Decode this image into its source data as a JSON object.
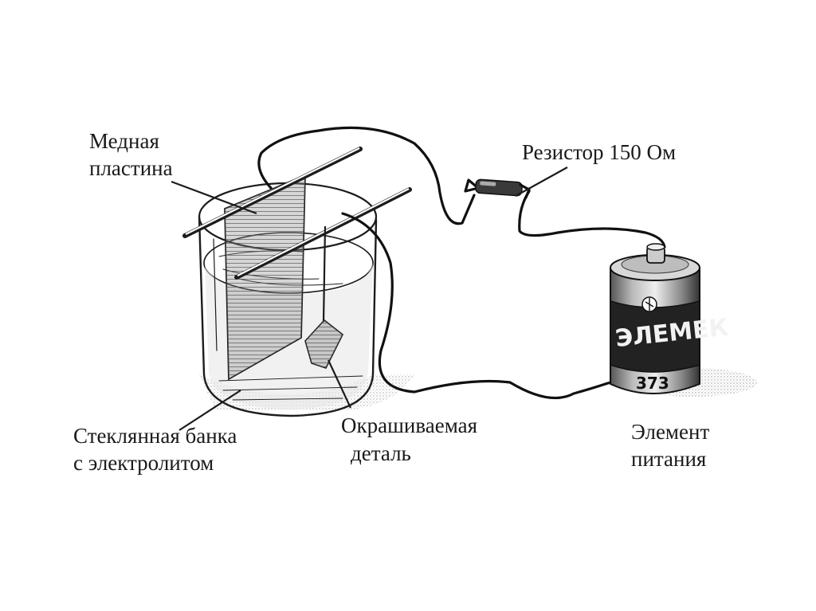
{
  "labels": {
    "copper_plate": [
      "Медная",
      "пластина"
    ],
    "resistor": "Резистор 150 Ом",
    "glass_jar": [
      "Стеклянная банка",
      "с электролитом"
    ],
    "painted_part": [
      "Окрашиваемая",
      "деталь"
    ],
    "power_cell": [
      "Элемент",
      "питания"
    ]
  },
  "battery": {
    "brand_text": "ЭЛЕМЕК",
    "model": "373"
  }
}
